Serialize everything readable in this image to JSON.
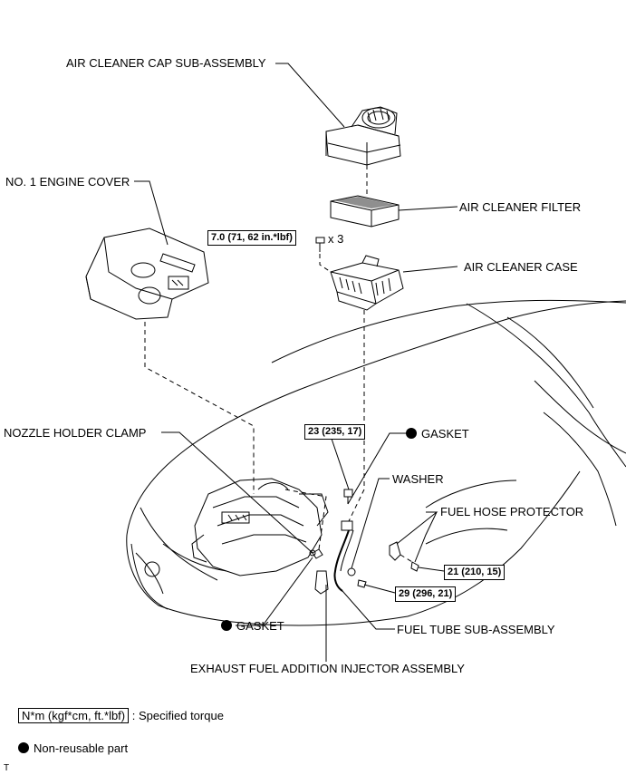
{
  "labels": {
    "air_cleaner_cap": "AIR CLEANER CAP SUB-ASSEMBLY",
    "engine_cover": "NO. 1 ENGINE COVER",
    "air_cleaner_filter": "AIR CLEANER FILTER",
    "air_cleaner_case": "AIR CLEANER CASE",
    "bolt_qty": "x 3",
    "nozzle_clamp": "NOZZLE HOLDER CLAMP",
    "gasket_upper": "GASKET",
    "washer": "WASHER",
    "fuel_hose_protector": "FUEL HOSE PROTECTOR",
    "gasket_lower": "GASKET",
    "fuel_tube": "FUEL TUBE SUB-ASSEMBLY",
    "injector": "EXHAUST FUEL ADDITION INJECTOR ASSEMBLY"
  },
  "torques": {
    "case_bolt": "7.0 (71, 62 in.*lbf)",
    "union_upper": "23 (235, 17)",
    "protector_bolt": "21 (210, 15)",
    "union_lower": "29 (296, 21)"
  },
  "legend": {
    "torque_unit": "N*m (kgf*cm, ft.*lbf)",
    "torque_desc": ": Specified torque",
    "nonreusable": "Non-reusable part"
  },
  "corner_mark": "T"
}
